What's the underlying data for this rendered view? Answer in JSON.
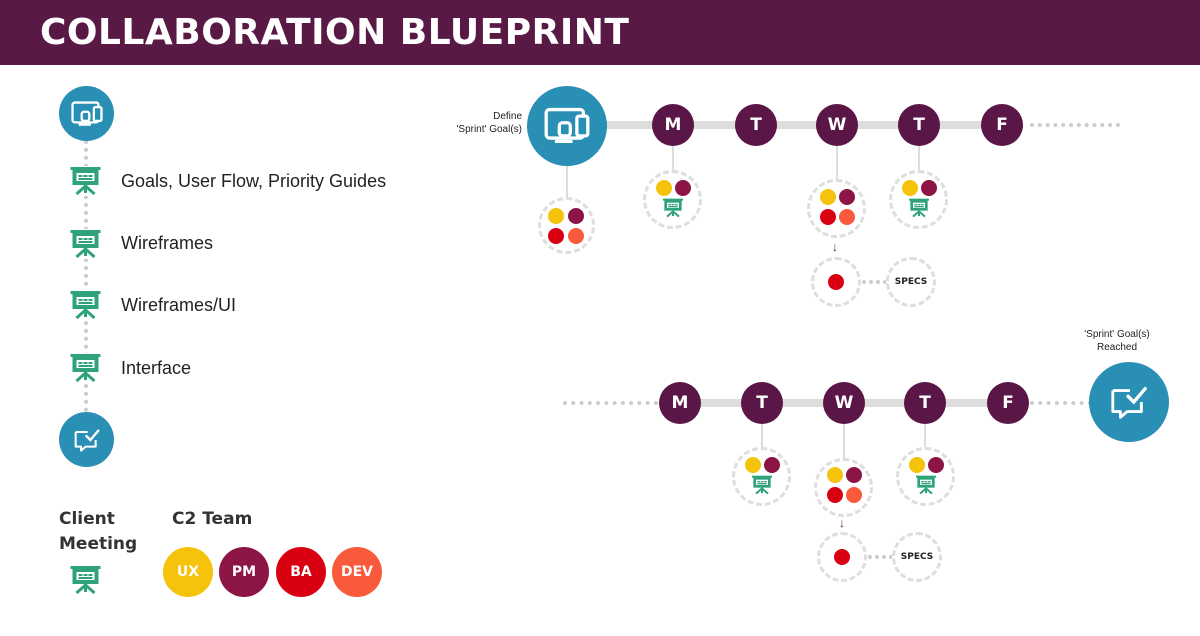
{
  "header": {
    "title": "COLLABORATION BLUEPRINT"
  },
  "left_flow": {
    "steps": [
      {
        "label": "Goals, User Flow, Priority Guides"
      },
      {
        "label": "Wireframes"
      },
      {
        "label": "Wireframes/UI"
      },
      {
        "label": "Interface"
      }
    ]
  },
  "week1": {
    "start_label_1": "Define",
    "start_label_2": "'Sprint' Goal(s)",
    "days": [
      "M",
      "T",
      "W",
      "T",
      "F"
    ],
    "specs_label": "SPECS"
  },
  "week2": {
    "end_label_1": "'Sprint' Goal(s)",
    "end_label_2": "Reached",
    "days": [
      "M",
      "T",
      "W",
      "T",
      "F"
    ],
    "specs_label": "SPECS"
  },
  "legend": {
    "client_label_1": "Client",
    "client_label_2": "Meeting",
    "team_label": "C2 Team",
    "roles": [
      {
        "label": "UX",
        "color": "#f5c20c"
      },
      {
        "label": "PM",
        "color": "#8c1545"
      },
      {
        "label": "BA",
        "color": "#d90012"
      },
      {
        "label": "DEV",
        "color": "#fa5a3c"
      }
    ]
  },
  "colors": {
    "header": "#591945",
    "day": "#5a1646",
    "milestone": "#2a8fb5",
    "meeting_icon": "#2ea37b"
  }
}
